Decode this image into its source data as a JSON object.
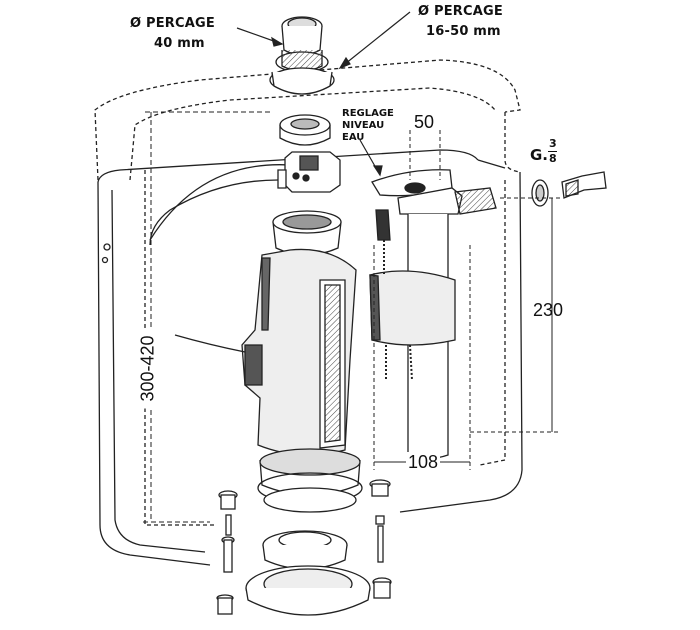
{
  "labels": {
    "drill_top_left_line1": "Ø  PERCAGE",
    "drill_top_left_line2": "40 mm",
    "drill_top_right_line1": "Ø  PERCAGE",
    "drill_top_right_line2": "16-50 mm",
    "water_level_line1": "REGLAGE",
    "water_level_line2": "NIVEAU",
    "water_level_line3": "EAU",
    "thread_prefix": "G.",
    "thread_num": "3",
    "thread_den": "8"
  },
  "dimensions": {
    "height_range": "300-420",
    "valve_offset": "50",
    "valve_height": "230",
    "valve_width": "108"
  }
}
